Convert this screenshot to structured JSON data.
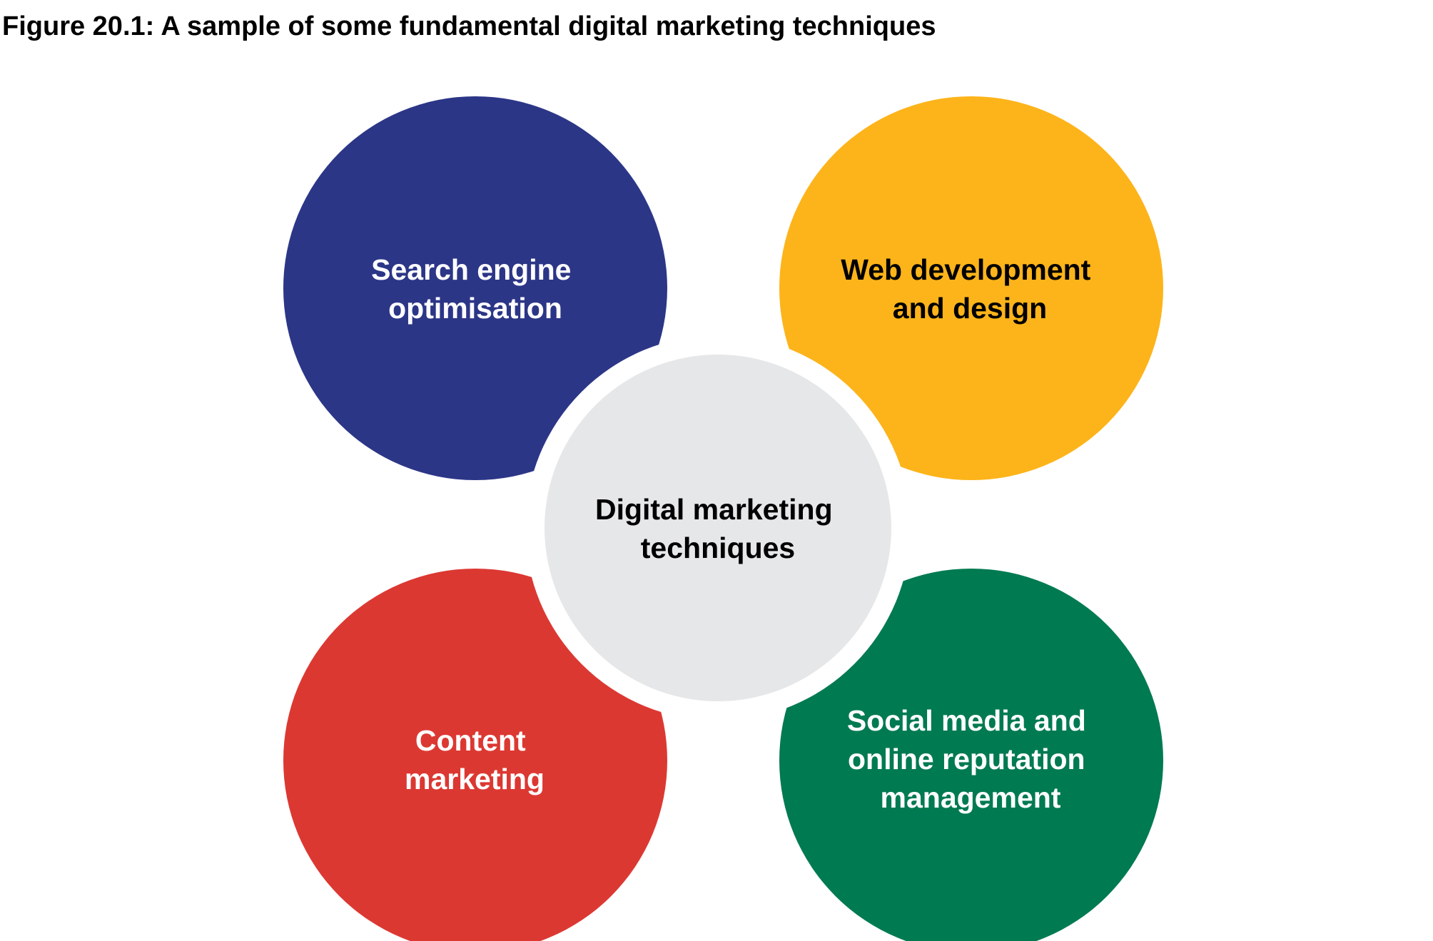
{
  "figure": {
    "title": "Figure 20.1: A sample of some fundamental digital marketing techniques"
  },
  "diagram": {
    "center": {
      "lines": [
        "Digital marketing",
        "techniques"
      ],
      "fill": "#E6E7E8",
      "text_color": "#000000"
    },
    "nodes": [
      {
        "id": "seo",
        "lines": [
          "Search engine",
          "optimisation"
        ],
        "fill": "#2C3687",
        "text_color": "#FFFFFF"
      },
      {
        "id": "web",
        "lines": [
          "Web development",
          "and design"
        ],
        "fill": "#FDB41A",
        "text_color": "#000000"
      },
      {
        "id": "content",
        "lines": [
          "Content",
          "marketing"
        ],
        "fill": "#DC3832",
        "text_color": "#FFFFFF"
      },
      {
        "id": "social",
        "lines": [
          "Social media and",
          "online reputation",
          "management"
        ],
        "fill": "#007A50",
        "text_color": "#FFFFFF"
      }
    ]
  }
}
